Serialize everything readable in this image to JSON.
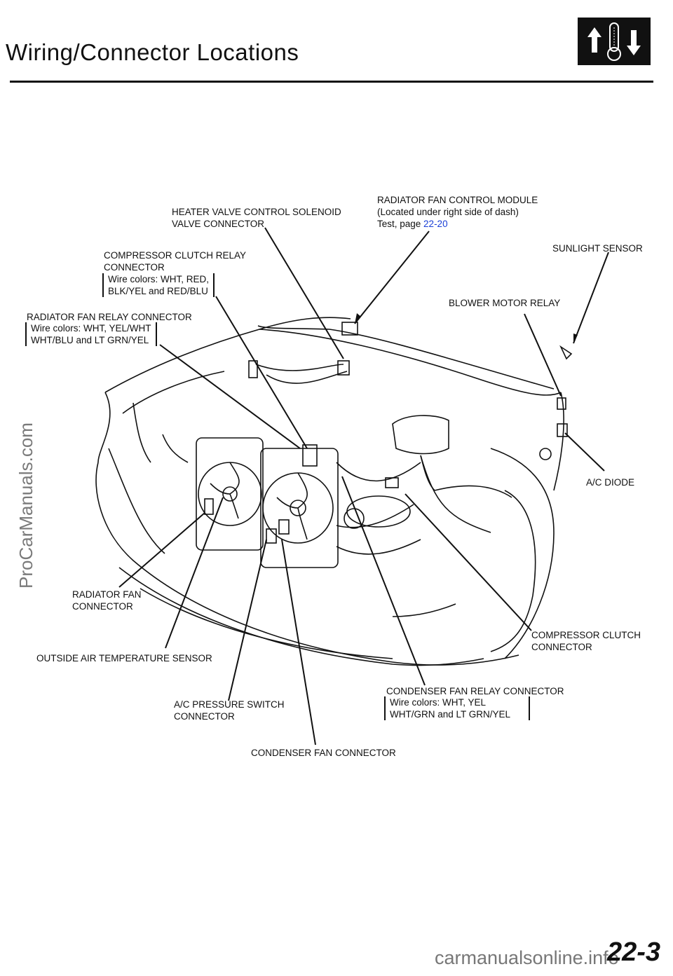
{
  "header": {
    "title": "Wiring/Connector   Locations"
  },
  "icons": {
    "section_icon": "climate-thermometer-icon"
  },
  "labels": {
    "heater_valve": [
      "HEATER VALVE CONTROL SOLENOID",
      "VALVE  CONNECTOR"
    ],
    "radiator_fan_module": [
      "RADIATOR FAN CONTROL MODULE",
      "(Located under right side of dash)"
    ],
    "radiator_fan_module_test_prefix": "Test, page ",
    "radiator_fan_module_test_ref": "22-20",
    "compressor_relay": [
      "COMPRESSOR CLUTCH RELAY",
      "CONNECTOR"
    ],
    "compressor_relay_wires": [
      "Wire colors: WHT, RED,",
      "BLK/YEL and RED/BLU"
    ],
    "sunlight_sensor": "SUNLIGHT  SENSOR",
    "blower_relay": "BLOWER MOTOR RELAY",
    "radiator_fan_relay": "RADIATOR FAN RELAY CONNECTOR",
    "radiator_fan_relay_wires": [
      "Wire colors: WHT, YEL/WHT",
      "WHT/BLU and LT GRN/YEL"
    ],
    "ac_diode": "A/C  DIODE",
    "radiator_fan_connector": [
      "RADIATOR FAN",
      "CONNECTOR"
    ],
    "compressor_clutch_connector": [
      "COMPRESSOR  CLUTCH",
      "CONNECTOR"
    ],
    "outside_air_sensor": "OUTSIDE AIR TEMPERATURE SENSOR",
    "condenser_relay": "CONDENSER FAN RELAY CONNECTOR",
    "condenser_relay_wires": [
      "Wire colors: WHT, YEL",
      "WHT/GRN and LT GRN/YEL"
    ],
    "ac_pressure_switch": [
      "A/C PRESSURE SWITCH",
      "CONNECTOR"
    ],
    "condenser_fan_connector": "CONDENSER  FAN  CONNECTOR"
  },
  "watermark": "ProCarManuals.com",
  "footer": {
    "url": "carmanualsonline.info",
    "page_number": "22-3"
  }
}
